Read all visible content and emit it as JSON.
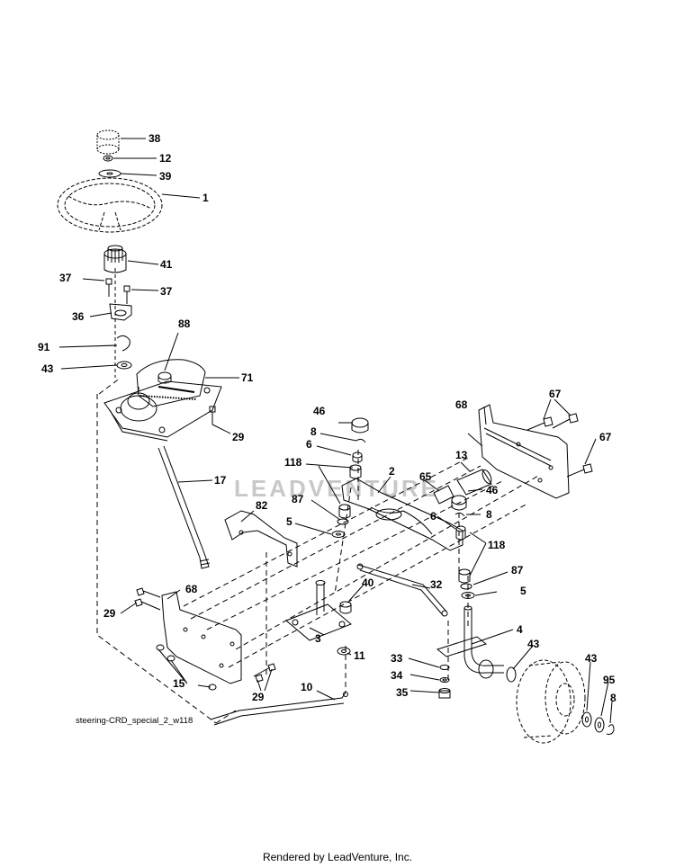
{
  "diagram": {
    "reference_code": "steering-CRD_special_2_w118",
    "watermark": "LEADVENTURE",
    "footer": "Rendered by LeadVenture, Inc.",
    "callouts": [
      {
        "id": "c38",
        "text": "38"
      },
      {
        "id": "c12",
        "text": "12"
      },
      {
        "id": "c39",
        "text": "39"
      },
      {
        "id": "c1",
        "text": "1"
      },
      {
        "id": "c41",
        "text": "41"
      },
      {
        "id": "c37a",
        "text": "37"
      },
      {
        "id": "c37b",
        "text": "37"
      },
      {
        "id": "c36",
        "text": "36"
      },
      {
        "id": "c88",
        "text": "88"
      },
      {
        "id": "c91",
        "text": "91"
      },
      {
        "id": "c43a",
        "text": "43"
      },
      {
        "id": "c71",
        "text": "71"
      },
      {
        "id": "c29a",
        "text": "29"
      },
      {
        "id": "c17",
        "text": "17"
      },
      {
        "id": "c46a",
        "text": "46"
      },
      {
        "id": "c8a",
        "text": "8"
      },
      {
        "id": "c6a",
        "text": "6"
      },
      {
        "id": "c118a",
        "text": "118"
      },
      {
        "id": "c87a",
        "text": "87"
      },
      {
        "id": "c5a",
        "text": "5"
      },
      {
        "id": "c2",
        "text": "2"
      },
      {
        "id": "c65",
        "text": "65"
      },
      {
        "id": "c13",
        "text": "13"
      },
      {
        "id": "c46b",
        "text": "46"
      },
      {
        "id": "c6b",
        "text": "6"
      },
      {
        "id": "c8b",
        "text": "8"
      },
      {
        "id": "c68a",
        "text": "68"
      },
      {
        "id": "c67a",
        "text": "67"
      },
      {
        "id": "c67b",
        "text": "67"
      },
      {
        "id": "c118b",
        "text": "118"
      },
      {
        "id": "c87b",
        "text": "87"
      },
      {
        "id": "c5b",
        "text": "5"
      },
      {
        "id": "c82",
        "text": "82"
      },
      {
        "id": "c68b",
        "text": "68"
      },
      {
        "id": "c29b",
        "text": "29"
      },
      {
        "id": "c40",
        "text": "40"
      },
      {
        "id": "c32",
        "text": "32"
      },
      {
        "id": "c3",
        "text": "3"
      },
      {
        "id": "c11",
        "text": "11"
      },
      {
        "id": "c4",
        "text": "4"
      },
      {
        "id": "c43b",
        "text": "43"
      },
      {
        "id": "c43c",
        "text": "43"
      },
      {
        "id": "c95",
        "text": "95"
      },
      {
        "id": "c8c",
        "text": "8"
      },
      {
        "id": "c15",
        "text": "15"
      },
      {
        "id": "c29c",
        "text": "29"
      },
      {
        "id": "c10",
        "text": "10"
      },
      {
        "id": "c33",
        "text": "33"
      },
      {
        "id": "c34",
        "text": "34"
      },
      {
        "id": "c35",
        "text": "35"
      }
    ]
  }
}
